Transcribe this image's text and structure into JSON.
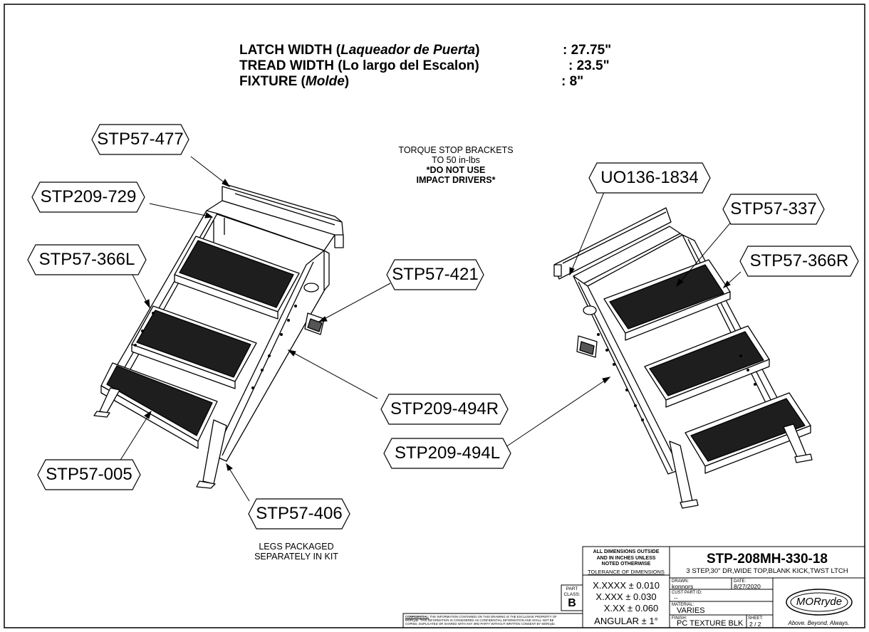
{
  "specs": [
    {
      "label_pre": "LATCH WIDTH (",
      "label_em": "Laqueador de Puerta",
      "label_post": ")",
      "value": ": 27.75\""
    },
    {
      "label_pre": "TREAD WIDTH (Lo largo del Escalon)",
      "label_em": "",
      "label_post": "",
      "value": ": 23.5\""
    },
    {
      "label_pre": "FIXTURE (",
      "label_em": "Molde",
      "label_post": ")",
      "value": ":  8\""
    }
  ],
  "torque_note": {
    "line1": "TORQUE STOP BRACKETS",
    "line2": "TO 50 in-lbs",
    "line3": "*DO NOT USE",
    "line4": "IMPACT DRIVERS*"
  },
  "legs_note": {
    "line1": "LEGS PACKAGED",
    "line2": "SEPARATELY IN KIT"
  },
  "callouts": {
    "stp57_477": "STP57-477",
    "stp209_729": "STP209-729",
    "stp57_366l": "STP57-366L",
    "stp57_421": "STP57-421",
    "stp209_494r": "STP209-494R",
    "stp57_005": "STP57-005",
    "stp57_406": "STP57-406",
    "uo136_1834": "UO136-1834",
    "stp57_337": "STP57-337",
    "stp57_366r": "STP57-366R",
    "stp209_494l": "STP209-494L"
  },
  "title_block": {
    "dims_note_1": "ALL DIMENSIONS OUTSIDE",
    "dims_note_2": "AND IN INCHES UNLESS",
    "dims_note_3": "NOTED OTHERWISE",
    "tolerance_header": "TOLERANCE OF DIMENSIONS",
    "tol_1": "X.XXXX ± 0.010",
    "tol_2": "X.XXX ± 0.030",
    "tol_3": "X.XX ± 0.060",
    "tol_4": "ANGULAR ± 1°",
    "part_class_label_1": "PART",
    "part_class_label_2": "CLASS:",
    "part_class": "B",
    "part_number": "STP-208MH-330-18",
    "description": "3 STEP,30\" DR,WIDE TOP,BLANK KICK,TWST LTCH",
    "drawn_label": "DRAWN:",
    "drawn_value": "konnors",
    "date_label": "DATE:",
    "date_value": "8/27/2020",
    "cust_part_label": "CUST PART ID:",
    "cust_part_value": "--",
    "material_label": "MATERIAL:",
    "material_value": "VARIES",
    "finish_label": "FINISH:",
    "finish_value": "PC TEXTURE BLK",
    "sheet_label": "SHEET:",
    "sheet_value": "2  /  2",
    "logo_text": "MORryde",
    "tagline": "Above. Beyond. Always.",
    "confidential_label": "CONFIDENTIAL:",
    "confidential_1": "THE INFORMATION CONTAINED ON THIS DRAWING IS THE EXCLUSIVE PROPERTY OF",
    "confidential_2": "MORryde.  THIS INFORMATION IS CONSIDERED AS CONFIDENTIAL INFORMATION AND SHALL NOT BE",
    "confidential_3": "COPIED, DUPLICATED OR SHARED WITH ANY 3RD PARTY WITHOUT WRITTEN  CONSENT BY MORryde."
  },
  "colors": {
    "ink": "#000000",
    "paper": "#ffffff",
    "tread": "#1e1e1e"
  }
}
